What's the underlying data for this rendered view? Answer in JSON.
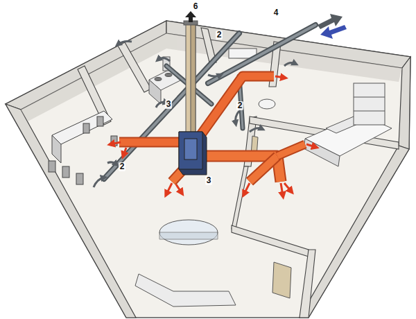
{
  "diagram": {
    "labels": [
      "6",
      "4",
      "2",
      "3",
      "2",
      "2",
      "3"
    ]
  }
}
